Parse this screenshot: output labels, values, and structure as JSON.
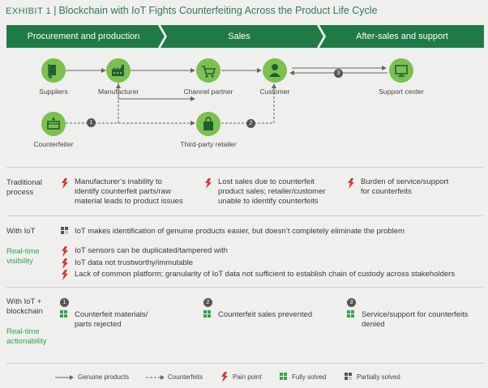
{
  "title": {
    "exhibit": "EXHIBIT 1",
    "main": "Blockchain with IoT Fights Counterfeiting Across the Product Life Cycle"
  },
  "stages": [
    "Procurement and production",
    "Sales",
    "After-sales and support"
  ],
  "nodes": {
    "suppliers": "Suppliers",
    "manufacturer": "Manufacturer",
    "channel_partner": "Channel partner",
    "customer": "Customer",
    "support_center": "Support center",
    "counterfeiter": "Counterfeiter",
    "third_party_retailer": "Third-party retailer"
  },
  "steps": [
    "1",
    "2",
    "3"
  ],
  "traditional": {
    "heading": [
      "Traditional",
      "process"
    ],
    "items": [
      [
        "Manufacturer’s inability to",
        "identify counterfeit parts/raw",
        "material leads to product issues"
      ],
      [
        "Lost sales due to counterfeit",
        "product sales; retailer/customer",
        "unable to identify counterfeits"
      ],
      [
        "Burden of service/support",
        "for counterfeits"
      ]
    ]
  },
  "iot": {
    "heading": "With IoT",
    "subheading": [
      "Real-time",
      "visibility"
    ],
    "partial": "IoT makes identification of genuine products easier, but doesn’t completely eliminate the problem",
    "pains": [
      "IoT sensors can be duplicated/tampered with",
      "IoT data not trustworthy/immutable",
      "Lack of common platform; granularity of IoT data not sufficient to establish chain of custody across stakeholders"
    ]
  },
  "blockchain": {
    "heading": [
      "With IoT +",
      "blockchain"
    ],
    "subheading": [
      "Real-time",
      "actionability"
    ],
    "items": [
      {
        "num": "1",
        "lines": [
          "Counterfeit materials/",
          "parts rejected"
        ]
      },
      {
        "num": "2",
        "lines": [
          "Counterfeit sales prevented"
        ]
      },
      {
        "num": "3",
        "lines": [
          "Service/support for counterfeits",
          "denied"
        ]
      }
    ]
  },
  "legend": {
    "genuine": "Genuine products",
    "counterfeits": "Counterfeits",
    "pain": "Pain point",
    "fully": "Fully solved",
    "partially": "Partially solved"
  },
  "colors": {
    "band": "#1f7a46",
    "node": "#7cc04f",
    "accent": "#2f7a5a",
    "pain": "#d63a3a",
    "solved": "#3aa14a"
  }
}
